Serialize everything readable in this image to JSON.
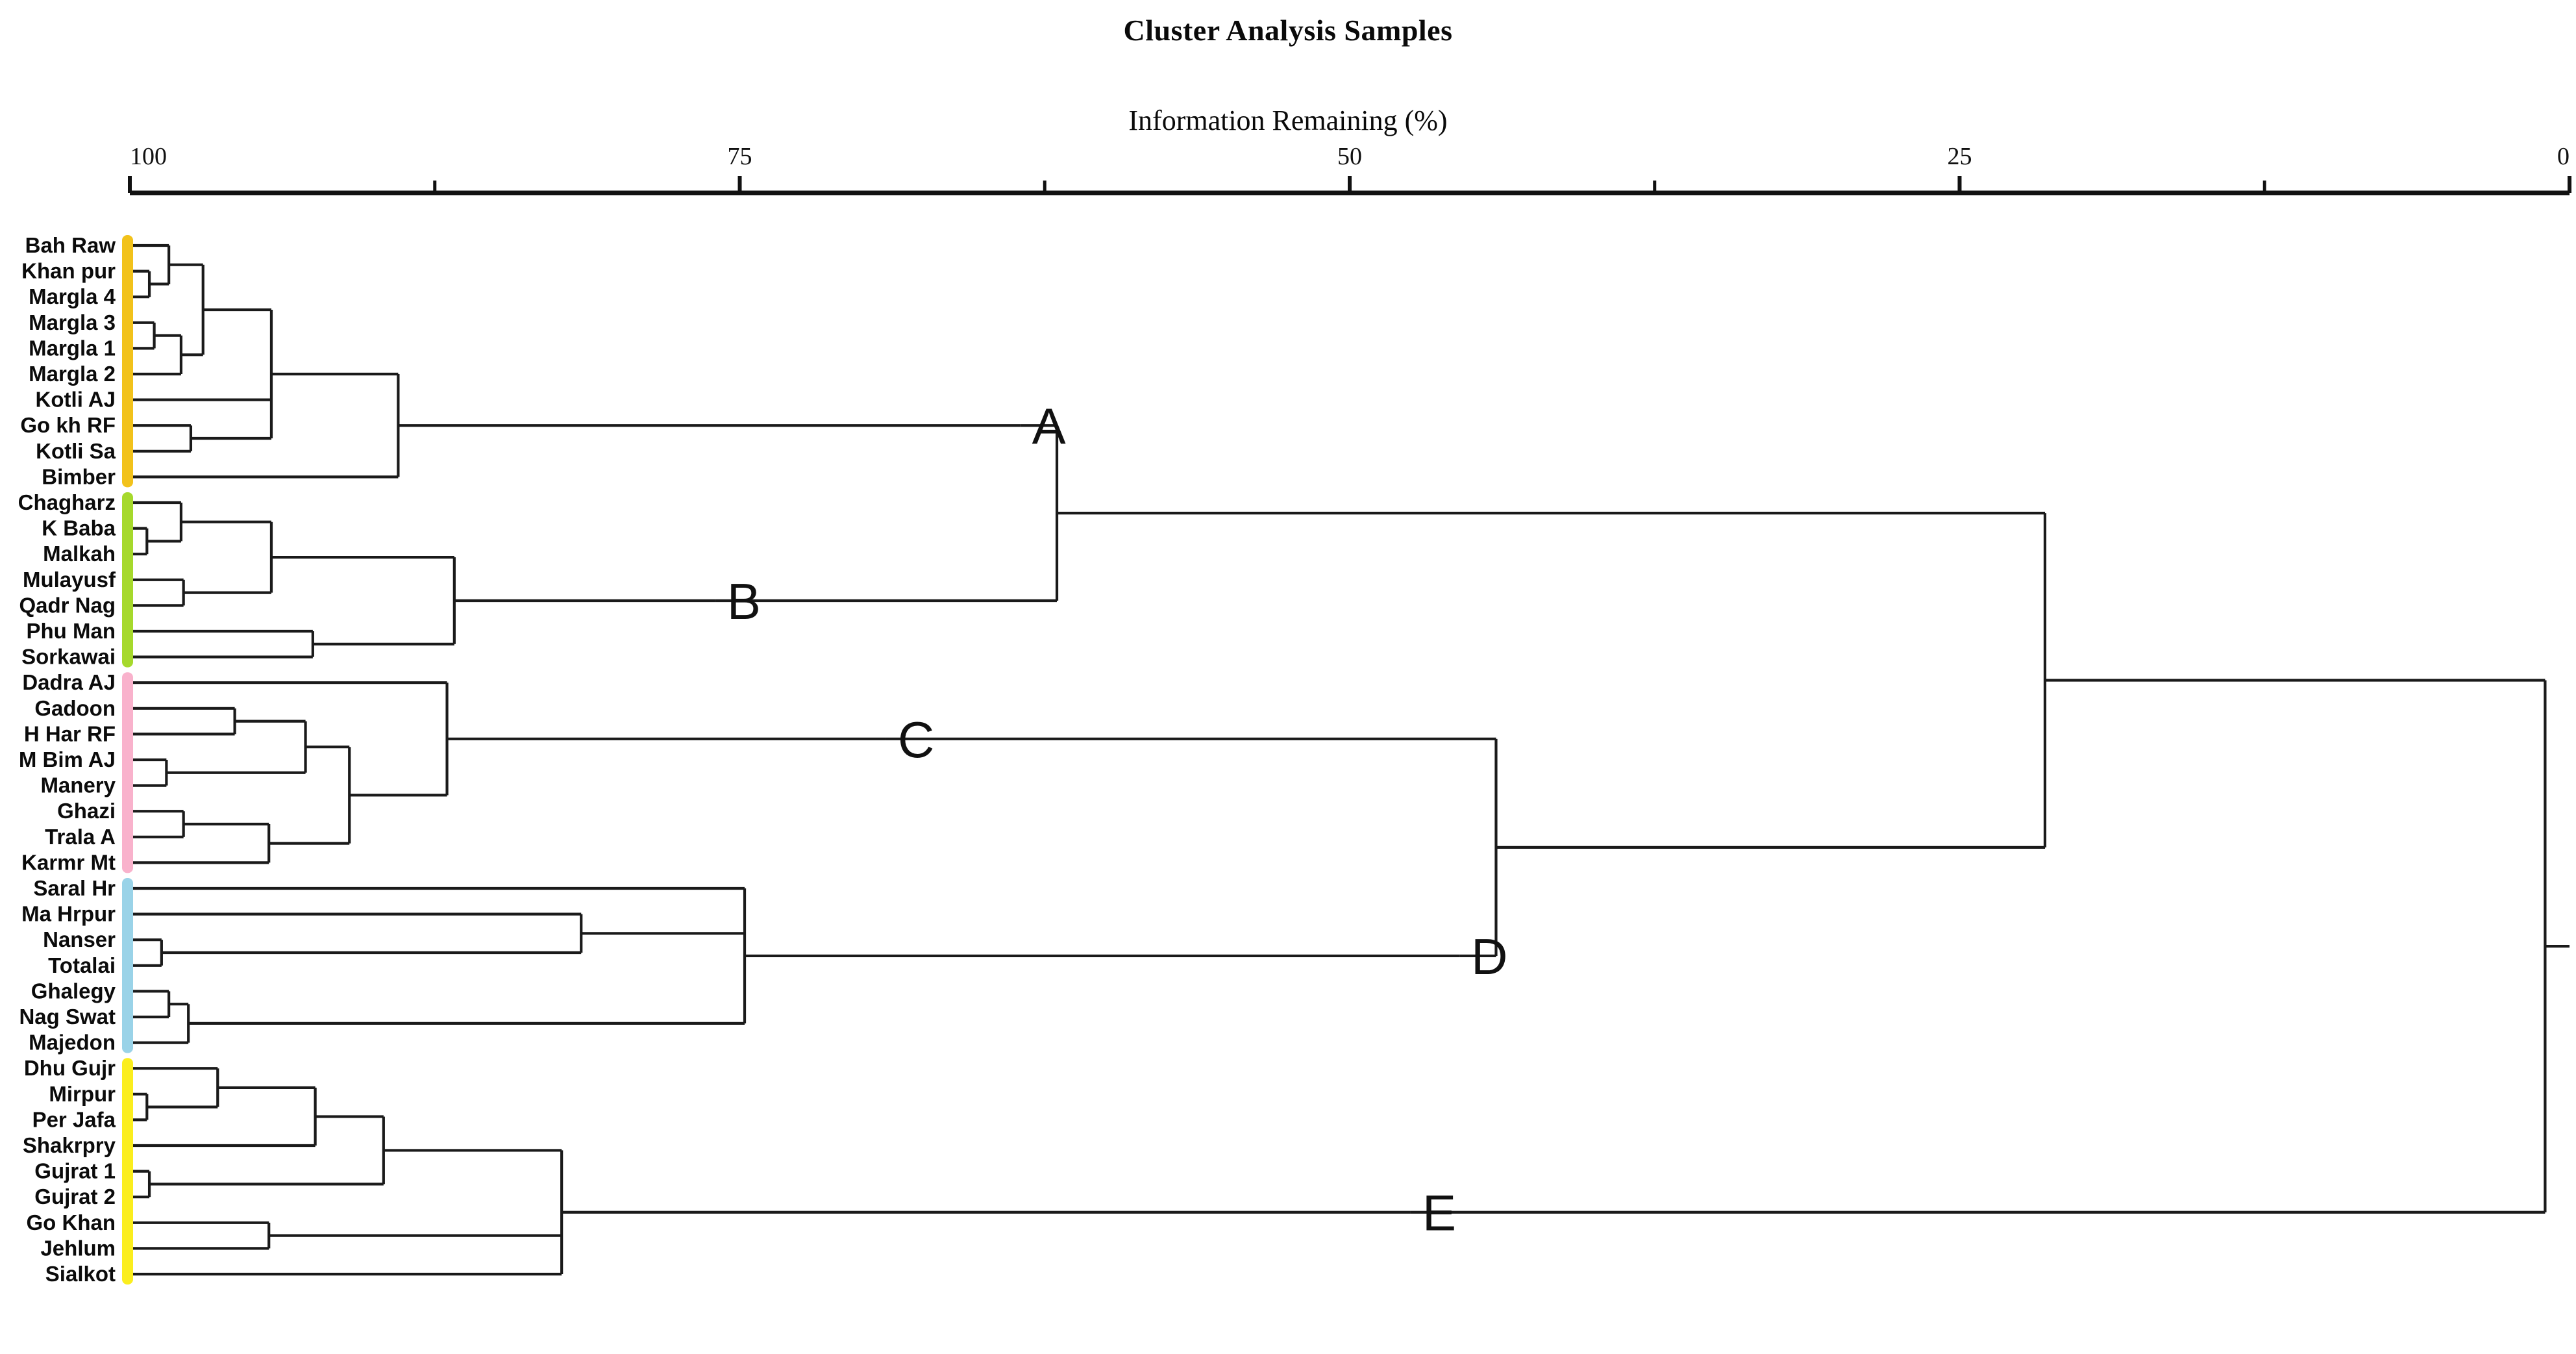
{
  "chart_data": {
    "type": "dendrogram",
    "title": "Cluster Analysis Samples",
    "xlabel": "Information Remaining (%)",
    "ylabel": "",
    "xlim": [
      100,
      0
    ],
    "axis_direction": "reversed",
    "grid": false,
    "legend": "none",
    "major_ticks": [
      100,
      75,
      50,
      25,
      0
    ],
    "minor_ticks": [
      87.5,
      62.5,
      37.5,
      12.5
    ],
    "tick_labels": [
      "100",
      "75",
      "50",
      "25",
      "0"
    ],
    "n_leaves": 41,
    "cluster_labels": [
      "A",
      "B",
      "C",
      "D",
      "E"
    ],
    "cluster_colors": {
      "A": "#F2C21B",
      "B": "#A6D92C",
      "C": "#F9B2CC",
      "D": "#9AD3E8",
      "E": "#FBEE1E"
    },
    "clusters": [
      {
        "label": "A",
        "color": "#F2C21B",
        "merge_at": 63.5,
        "leaves": [
          "Bah  Raw",
          "Khan pur",
          "Margla 4",
          "Margla 3",
          "Margla 1",
          "Margla 2",
          "Kotli AJ",
          "Go kh RF",
          "Kotli Sa",
          "Bimber"
        ],
        "merges": [
          {
            "id": "a1",
            "children": [
              "Khan pur",
              "Margla 4"
            ],
            "height": 99.2
          },
          {
            "id": "a2",
            "children": [
              "Bah  Raw",
              "a1"
            ],
            "height": 98.4
          },
          {
            "id": "a3",
            "children": [
              "Margla 3",
              "Margla 1"
            ],
            "height": 99.0
          },
          {
            "id": "a4",
            "children": [
              "a3",
              "Margla 2"
            ],
            "height": 97.9
          },
          {
            "id": "a5",
            "children": [
              "a2",
              "a4"
            ],
            "height": 97.0
          },
          {
            "id": "a6",
            "children": [
              "Go kh RF",
              "Kotli Sa"
            ],
            "height": 97.5
          },
          {
            "id": "a7",
            "children": [
              "a5",
              "Kotli AJ",
              "a6"
            ],
            "height": 94.2
          },
          {
            "id": "a8",
            "children": [
              "a7",
              "Bimber"
            ],
            "height": 89.0
          }
        ]
      },
      {
        "label": "B",
        "color": "#A6D92C",
        "merge_at": 76.0,
        "leaves": [
          "Chagharz",
          "K Baba",
          "Malkah",
          "Mulayusf",
          "Qadr Nag",
          "Phu Man",
          "Sorkawai"
        ],
        "merges": [
          {
            "id": "b1",
            "children": [
              "K Baba",
              "Malkah"
            ],
            "height": 99.3
          },
          {
            "id": "b2",
            "children": [
              "Chagharz",
              "b1"
            ],
            "height": 97.9
          },
          {
            "id": "b3",
            "children": [
              "Mulayusf",
              "Qadr Nag"
            ],
            "height": 97.8
          },
          {
            "id": "b4",
            "children": [
              "b2",
              "b3"
            ],
            "height": 94.2
          },
          {
            "id": "b5",
            "children": [
              "Phu Man",
              "Sorkawai"
            ],
            "height": 92.5
          },
          {
            "id": "b6",
            "children": [
              "b4",
              "b5"
            ],
            "height": 86.7
          }
        ]
      },
      {
        "label": "C",
        "color": "#F9B2CC",
        "merge_at": 69.0,
        "leaves": [
          "Dadra AJ",
          "Gadoon",
          "H Har RF",
          "M Bim AJ",
          "Manery",
          "Ghazi",
          "Trala  A",
          "Karmr Mt"
        ],
        "merges": [
          {
            "id": "c1",
            "children": [
              "Gadoon",
              "H Har RF"
            ],
            "height": 95.7
          },
          {
            "id": "c2",
            "children": [
              "M Bim AJ",
              "Manery"
            ],
            "height": 98.5
          },
          {
            "id": "c3",
            "children": [
              "c1",
              "c2"
            ],
            "height": 92.8
          },
          {
            "id": "c4",
            "children": [
              "Ghazi",
              "Trala  A"
            ],
            "height": 97.8
          },
          {
            "id": "c5",
            "children": [
              "c4",
              "Karmr Mt"
            ],
            "height": 94.3
          },
          {
            "id": "c6",
            "children": [
              "c3",
              "c5"
            ],
            "height": 91.0
          },
          {
            "id": "c7",
            "children": [
              "Dadra AJ",
              "c6"
            ],
            "height": 87.0
          }
        ]
      },
      {
        "label": "D",
        "color": "#9AD3E8",
        "merge_at": 45.5,
        "leaves": [
          "Saral Hr",
          "Ma Hrpur",
          "Nanser",
          "Totalai",
          "Ghalegy",
          "Nag Swat",
          "Majedon"
        ],
        "merges": [
          {
            "id": "d1",
            "children": [
              "Nanser",
              "Totalai"
            ],
            "height": 98.7
          },
          {
            "id": "d2",
            "children": [
              "Ma Hrpur",
              "d1"
            ],
            "height": 81.5
          },
          {
            "id": "d3",
            "children": [
              "Ghalegy",
              "Nag Swat"
            ],
            "height": 98.4
          },
          {
            "id": "d4",
            "children": [
              "d3",
              "Majedon"
            ],
            "height": 97.6
          },
          {
            "id": "d5",
            "children": [
              "Saral Hr",
              "d2",
              "d4"
            ],
            "height": 74.8
          }
        ]
      },
      {
        "label": "E",
        "color": "#FBEE1E",
        "merge_at": 47.5,
        "leaves": [
          "Dhu Gujr",
          "Mirpur",
          "Per Jafa",
          "Shakrpry",
          "Gujrat 1",
          "Gujrat 2",
          "Go Khan",
          "Jehlum",
          "Sialkot"
        ],
        "merges": [
          {
            "id": "e1",
            "children": [
              "Mirpur",
              "Per Jafa"
            ],
            "height": 99.3
          },
          {
            "id": "e2",
            "children": [
              "Dhu Gujr",
              "e1"
            ],
            "height": 96.4
          },
          {
            "id": "e3",
            "children": [
              "e2",
              "Shakrpry"
            ],
            "height": 92.4
          },
          {
            "id": "e4",
            "children": [
              "Gujrat 1",
              "Gujrat 2"
            ],
            "height": 99.2
          },
          {
            "id": "e5",
            "children": [
              "e3",
              "e4"
            ],
            "height": 89.6
          },
          {
            "id": "e6",
            "children": [
              "Go Khan",
              "Jehlum"
            ],
            "height": 94.3
          },
          {
            "id": "e7",
            "children": [
              "e5",
              "e6",
              "Sialkot"
            ],
            "height": 82.3
          }
        ]
      }
    ],
    "top_merges": [
      {
        "id": "AB",
        "children": [
          "A",
          "B"
        ],
        "height": 62.0
      },
      {
        "id": "CD",
        "children": [
          "C",
          "D"
        ],
        "height": 44.0
      },
      {
        "id": "ABCD",
        "children": [
          "AB",
          "CD"
        ],
        "height": 21.5
      },
      {
        "id": "ROOT",
        "children": [
          "ABCD",
          "E"
        ],
        "height": 1.0
      }
    ]
  }
}
